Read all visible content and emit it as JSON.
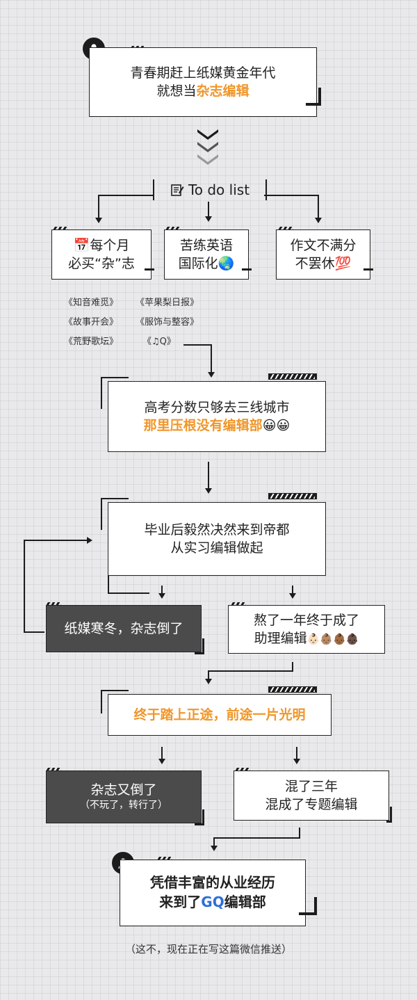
{
  "nodes": {
    "top": {
      "line1": "青春期赶上纸媒黄金年代",
      "line2_pre": "就想当",
      "line2_accent": "杂志编辑"
    },
    "todo": {
      "label": "To do list"
    },
    "mag": {
      "line1": "每个月",
      "line2": "必买“杂”志"
    },
    "english": {
      "line1": "苦练英语",
      "line2": "国际化"
    },
    "essay": {
      "line1": "作文不满分",
      "line2": "不罢休"
    },
    "gaokao": {
      "line1": "高考分数只够去三线城市",
      "line2_accent": "那里压根没有编辑部"
    },
    "grad": {
      "line1": "毕业后毅然决然来到帝都",
      "line2": "从实习编辑做起"
    },
    "winter": {
      "text": "纸媒寒冬，杂志倒了"
    },
    "assistant": {
      "line1": "熬了一年终于成了",
      "line2": "助理编辑"
    },
    "right_path": {
      "text": "终于踏上正途，前途一片光明"
    },
    "fold_again": {
      "line1": "杂志又倒了",
      "line2": "（不玩了，转行了）"
    },
    "three_years": {
      "line1": "混了三年",
      "line2": "混成了专题编辑"
    },
    "gq": {
      "line1": "凭借丰富的从业经历",
      "line2_pre": "来到了",
      "line2_accent": "GQ",
      "line2_post": "编辑部"
    }
  },
  "magazines": [
    "《知音难觅》",
    "《苹果梨日报》",
    "《故事开会》",
    "《服饰与整容》",
    "《荒野歌坛》",
    "《♫Q》"
  ],
  "footnote": "（这不，现在正在写这篇微信推送）",
  "emoji": {
    "calendar": "📅",
    "globe": "🌏",
    "hundred": "💯",
    "smile": "😀😀",
    "people": "👶🏻👶🏽👶🏾👶🏿"
  },
  "colors": {
    "accent": "#f0962a",
    "dark_box": "#4b4b4b",
    "line": "#1c1c1c"
  }
}
